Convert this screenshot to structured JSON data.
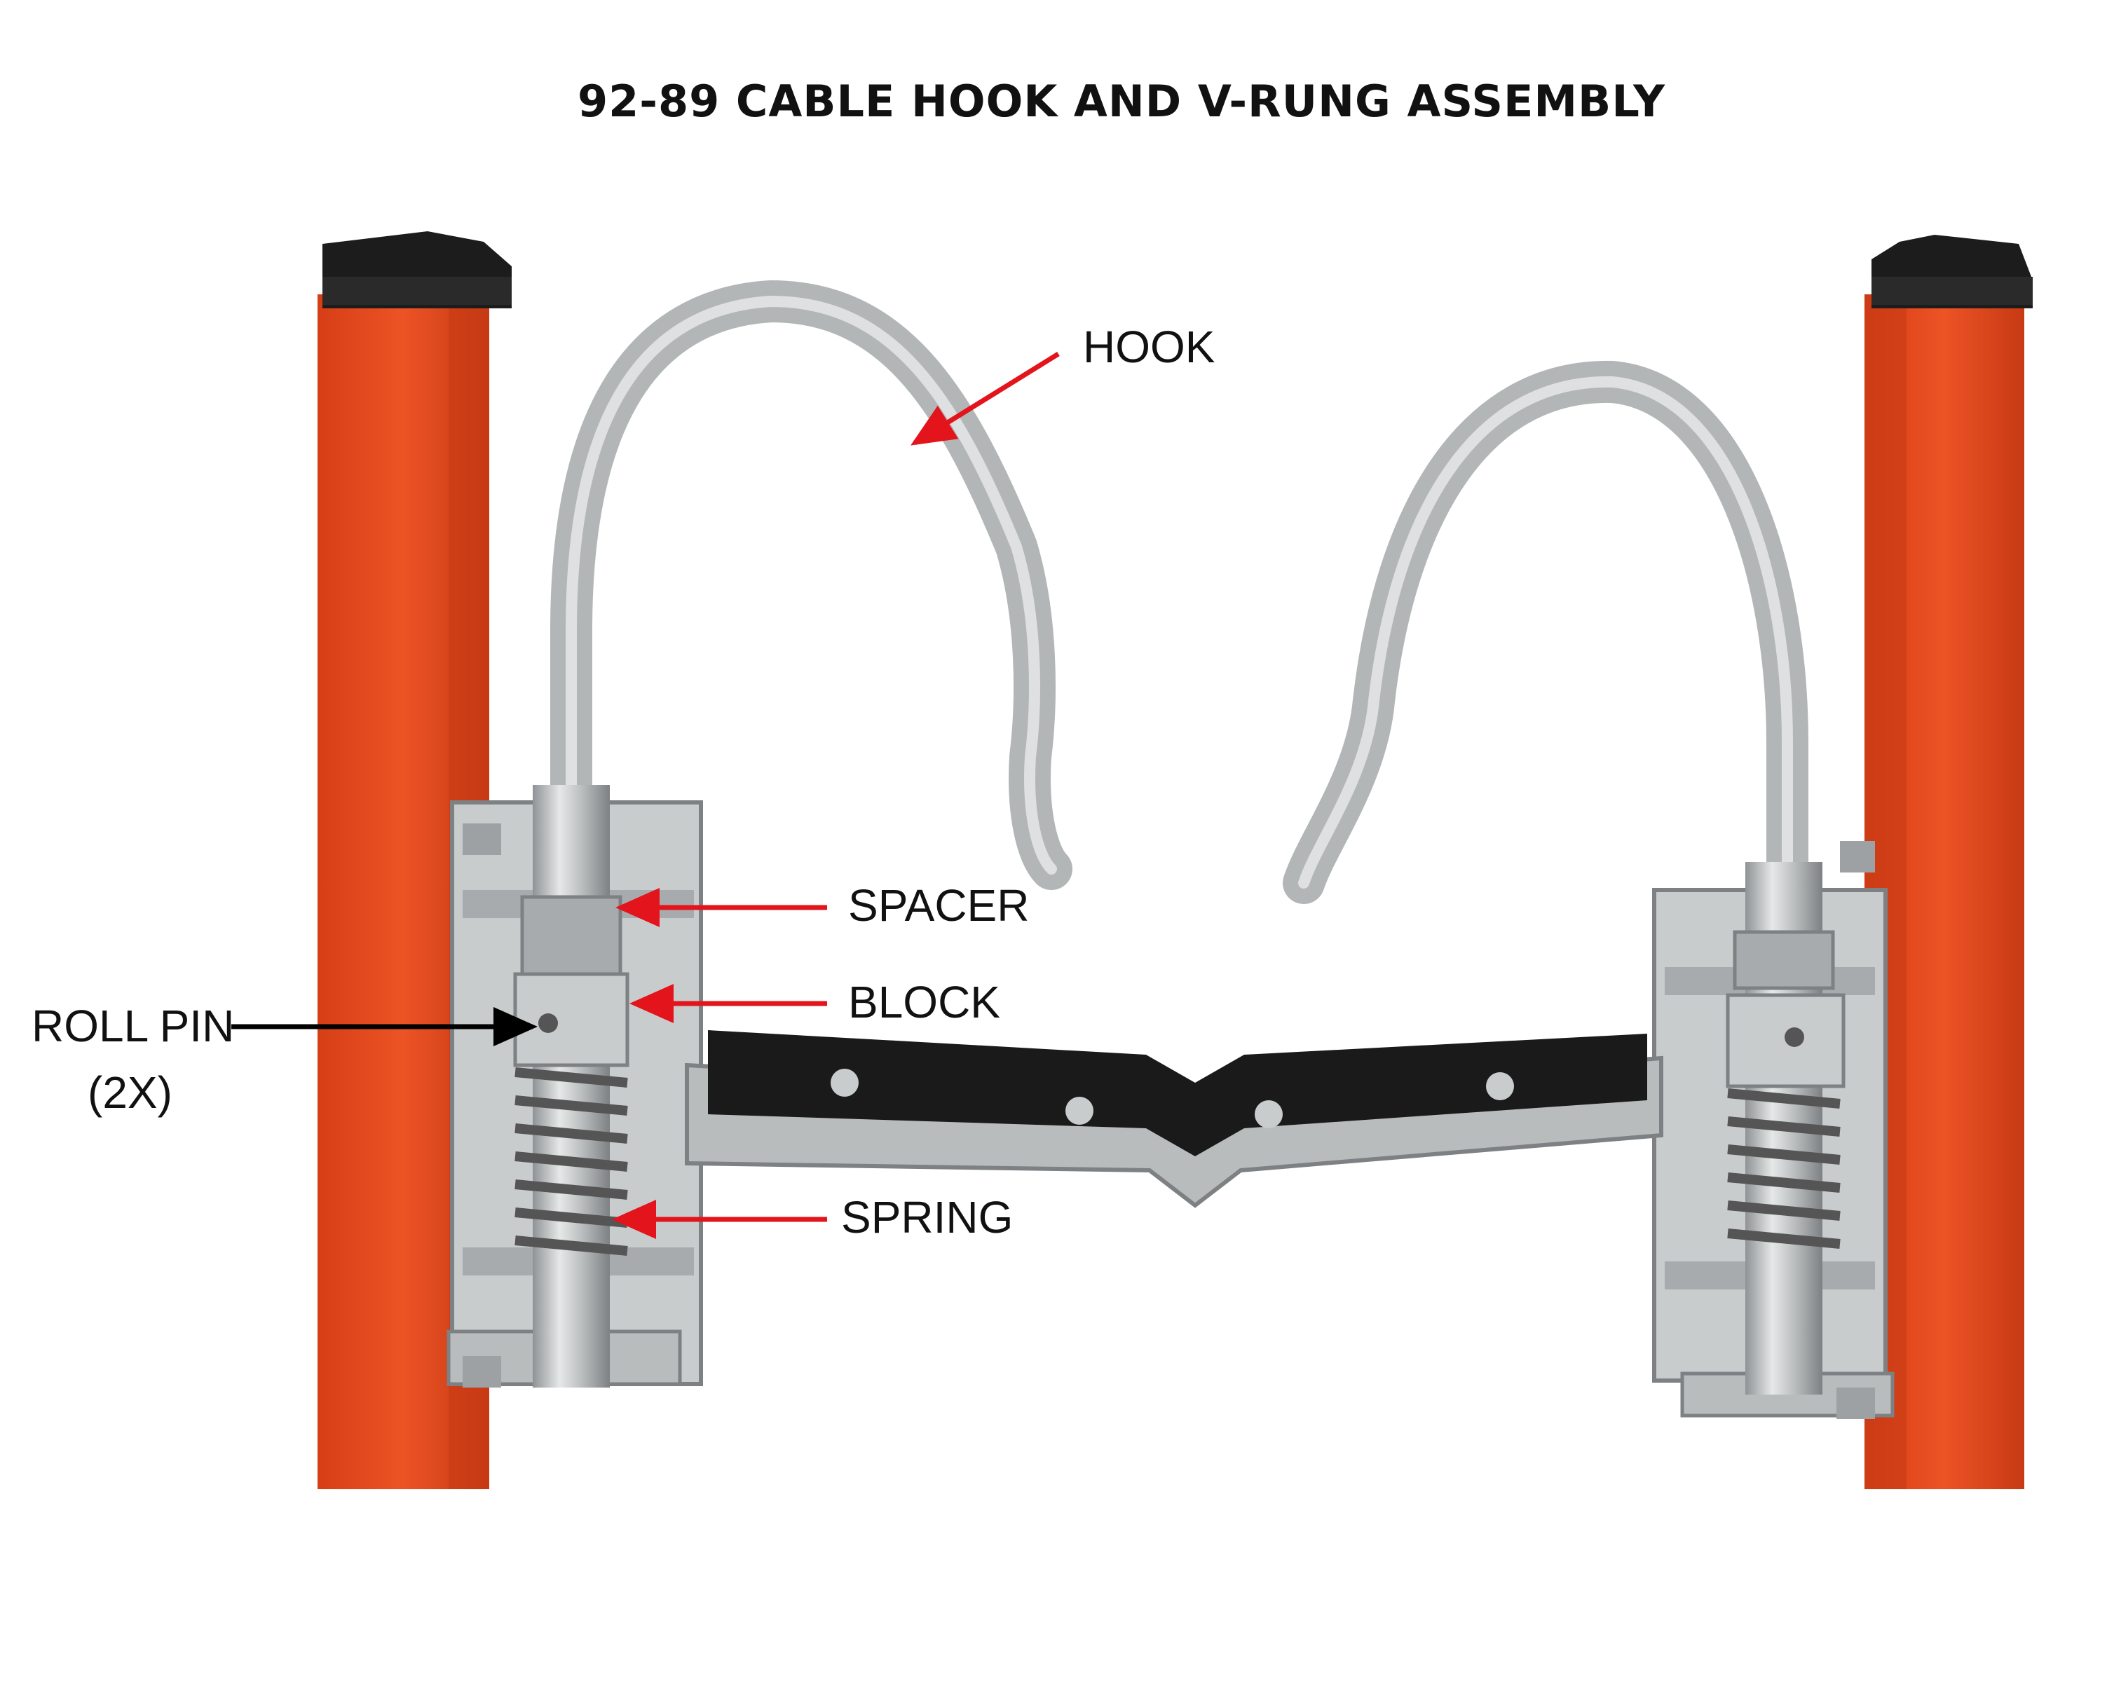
{
  "title": "92-89 CABLE HOOK AND V-RUNG ASSEMBLY",
  "callouts": {
    "hook": "HOOK",
    "spacer": "SPACER",
    "block": "BLOCK",
    "roll_pin": "ROLL PIN",
    "roll_pin_qty": "(2X)",
    "spring": "SPRING"
  },
  "colors": {
    "rail": "#e2481f",
    "rail_shade": "#c73a14",
    "end_cap": "#1c1c1c",
    "aluminum": "#b9bcbd",
    "aluminum_dark": "#8f9395",
    "rubber": "#1a1a1a",
    "arrow_red": "#e3141b",
    "arrow_black": "#000000"
  }
}
